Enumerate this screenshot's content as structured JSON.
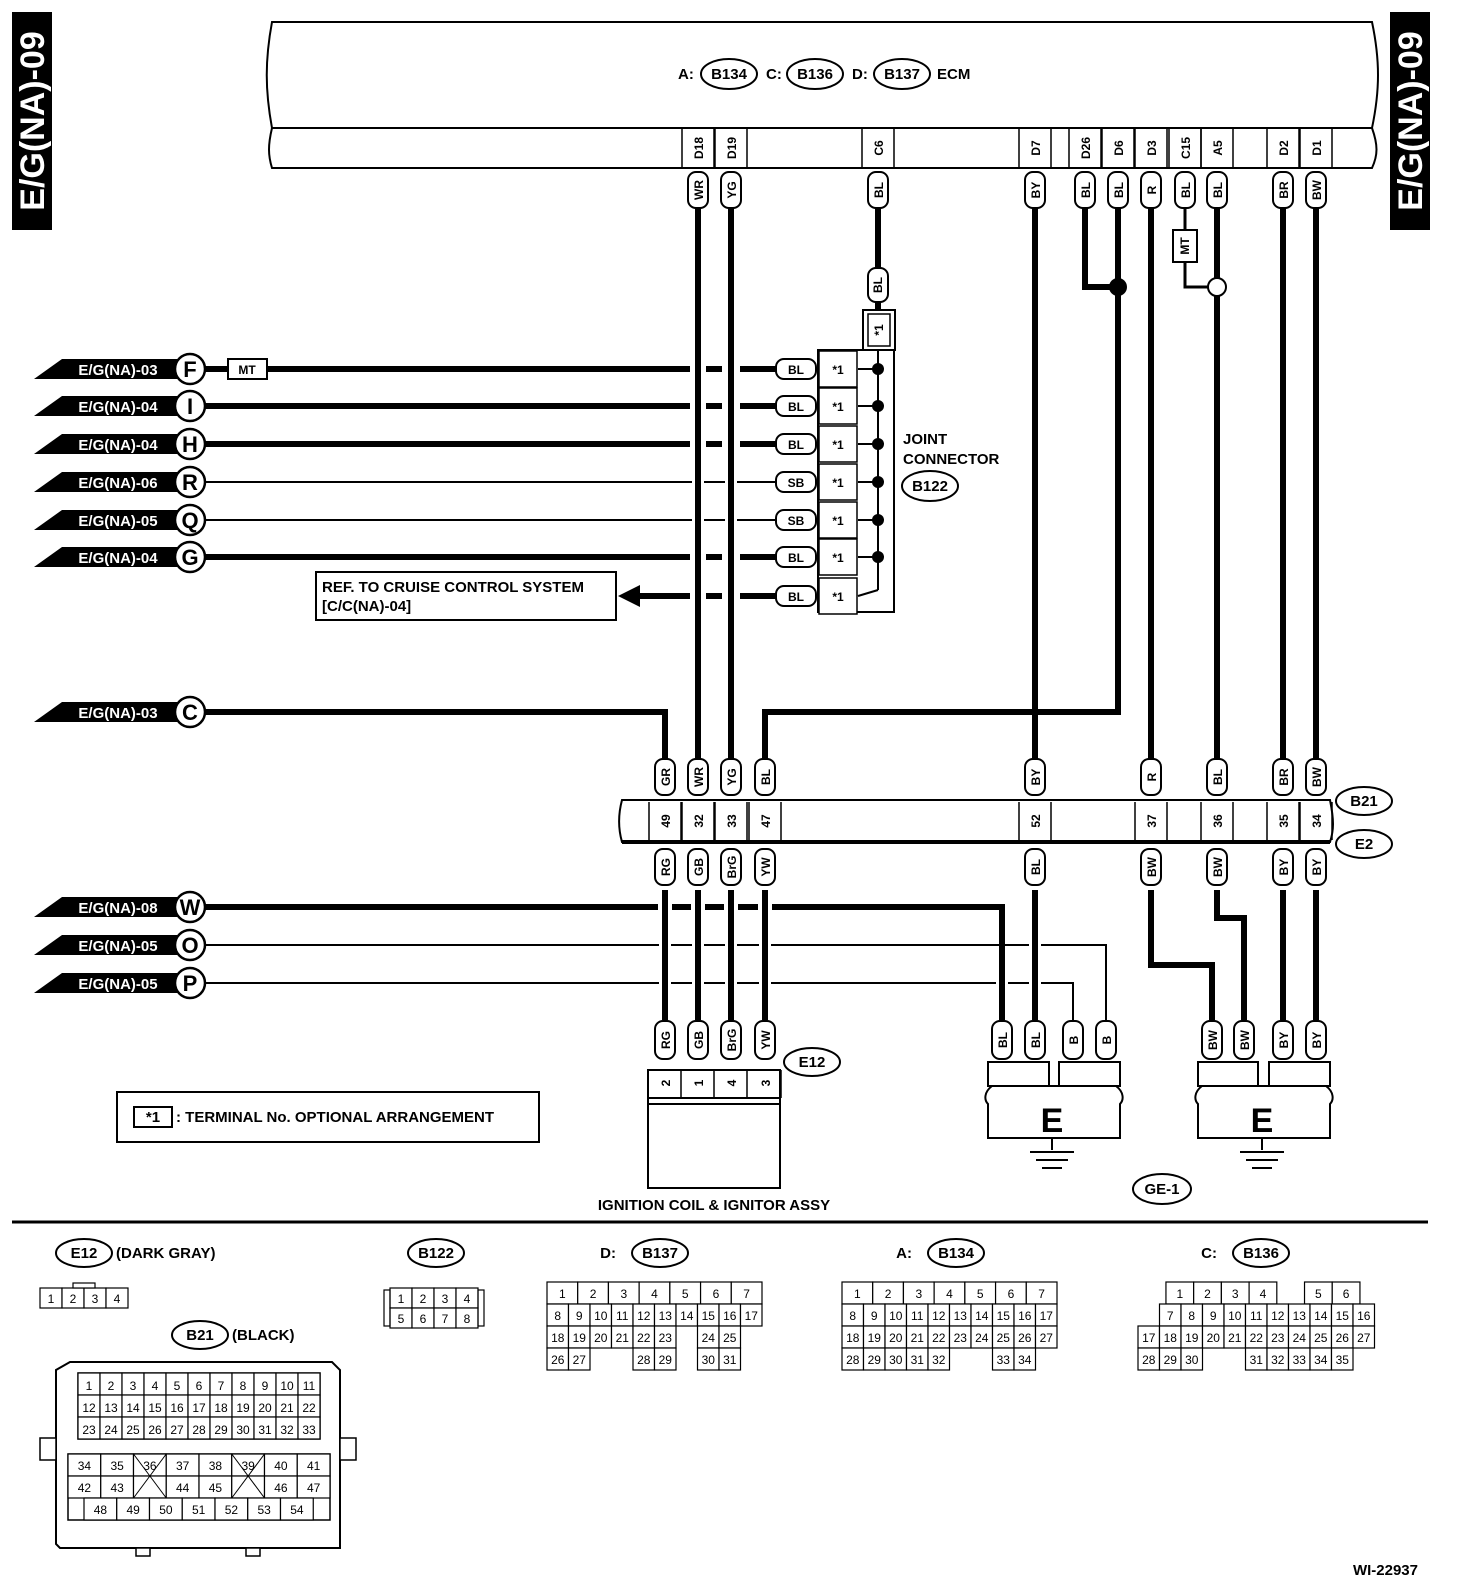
{
  "page_code": "E/G(NA)-09",
  "ecm": {
    "a_prefix": "A:",
    "a": "B134",
    "c_prefix": "C:",
    "c": "B136",
    "d_prefix": "D:",
    "d": "B137",
    "name": "ECM"
  },
  "ecm_pins": [
    {
      "pin": "D18",
      "color": "WR"
    },
    {
      "pin": "D19",
      "color": "YG"
    },
    {
      "pin": "C6",
      "color": "BL"
    },
    {
      "pin": "D7",
      "color": "BY"
    },
    {
      "pin": "D26",
      "color": "BL"
    },
    {
      "pin": "D6",
      "color": "BL"
    },
    {
      "pin": "D3",
      "color": "R"
    },
    {
      "pin": "C15",
      "color": "BL"
    },
    {
      "pin": "A5",
      "color": "BL"
    },
    {
      "pin": "D2",
      "color": "BR"
    },
    {
      "pin": "D1",
      "color": "BW"
    }
  ],
  "mt": "MT",
  "star1": "*1",
  "c6_lower_color": "BL",
  "refs_top": [
    {
      "ref": "E/G(NA)-03",
      "letter": "F",
      "color": "BL"
    },
    {
      "ref": "E/G(NA)-04",
      "letter": "I",
      "color": "BL"
    },
    {
      "ref": "E/G(NA)-04",
      "letter": "H",
      "color": "BL"
    },
    {
      "ref": "E/G(NA)-06",
      "letter": "R",
      "color": "SB"
    },
    {
      "ref": "E/G(NA)-05",
      "letter": "Q",
      "color": "SB"
    },
    {
      "ref": "E/G(NA)-04",
      "letter": "G",
      "color": "BL"
    }
  ],
  "cruise": {
    "line1": "REF. TO CRUISE CONTROL SYSTEM",
    "line2": "[C/C(NA)-04]",
    "color": "BL"
  },
  "joint": {
    "line1": "JOINT",
    "line2": "CONNECTOR",
    "id": "B122"
  },
  "ref_c": {
    "ref": "E/G(NA)-03",
    "letter": "C"
  },
  "b21": {
    "id": "B21",
    "e_id": "E2",
    "upper": [
      "GR",
      "WR",
      "YG",
      "BL",
      "BY",
      "R",
      "BL",
      "BR",
      "BW"
    ],
    "pins": [
      "49",
      "32",
      "33",
      "47",
      "52",
      "37",
      "36",
      "35",
      "34"
    ],
    "lower": [
      "RG",
      "GB",
      "BrG",
      "YW",
      "BL",
      "BW",
      "BW",
      "BY",
      "BY"
    ]
  },
  "refs_bottom": [
    {
      "ref": "E/G(NA)-08",
      "letter": "W"
    },
    {
      "ref": "E/G(NA)-05",
      "letter": "O"
    },
    {
      "ref": "E/G(NA)-05",
      "letter": "P"
    }
  ],
  "e12": {
    "id": "E12",
    "colors": [
      "RG",
      "GB",
      "BrG",
      "YW"
    ],
    "pins": [
      "2",
      "1",
      "4",
      "3"
    ],
    "name": "IGNITION COIL & IGNITOR ASSY"
  },
  "ground1_colors": [
    "BL",
    "BL",
    "B",
    "B"
  ],
  "ground2_colors": [
    "BW",
    "BW",
    "BY",
    "BY"
  ],
  "ground_letter": "E",
  "ground_id": "GE-1",
  "note": {
    "star": "*1",
    "text": ": TERMINAL No. OPTIONAL ARRANGEMENT"
  },
  "views": {
    "e12": {
      "id": "E12",
      "desc": "(DARK GRAY)",
      "cells": [
        "1",
        "2",
        "3",
        "4"
      ]
    },
    "b122": {
      "id": "B122",
      "row1": [
        "1",
        "2",
        "3",
        "4"
      ],
      "row2": [
        "5",
        "6",
        "7",
        "8"
      ]
    },
    "b137": {
      "prefix": "D:",
      "id": "B137",
      "rows": [
        [
          "1",
          "2",
          "3",
          "4",
          "5",
          "6",
          "7"
        ],
        [
          "8",
          "9",
          "10",
          "11",
          "12",
          "13",
          "14",
          "15",
          "16",
          "17"
        ],
        [
          "18",
          "19",
          "20",
          "21",
          "22",
          "23",
          "",
          "24",
          "25"
        ],
        [
          "26",
          "27",
          "",
          "",
          "28",
          "29",
          "",
          "30",
          "31"
        ]
      ]
    },
    "b134": {
      "prefix": "A:",
      "id": "B134",
      "rows": [
        [
          "1",
          "2",
          "3",
          "4",
          "5",
          "6",
          "7"
        ],
        [
          "8",
          "9",
          "10",
          "11",
          "12",
          "13",
          "14",
          "15",
          "16",
          "17"
        ],
        [
          "18",
          "19",
          "20",
          "21",
          "22",
          "23",
          "24",
          "25",
          "26",
          "27"
        ],
        [
          "28",
          "29",
          "30",
          "31",
          "32",
          "",
          "",
          "33",
          "34"
        ]
      ]
    },
    "b136": {
      "prefix": "C:",
      "id": "B136",
      "rows": [
        [
          "1",
          "2",
          "3",
          "4",
          "",
          "5",
          "6"
        ],
        [
          "7",
          "8",
          "9",
          "10",
          "11",
          "12",
          "13",
          "14",
          "15",
          "16"
        ],
        [
          "17",
          "18",
          "19",
          "20",
          "21",
          "22",
          "23",
          "24",
          "25",
          "26",
          "27"
        ],
        [
          "28",
          "29",
          "30",
          "",
          "",
          "31",
          "32",
          "33",
          "34",
          "35"
        ]
      ]
    },
    "b21": {
      "id": "B21",
      "desc": "(BLACK)",
      "rows": [
        [
          "1",
          "2",
          "3",
          "4",
          "5",
          "6",
          "7",
          "8",
          "9",
          "10",
          "11"
        ],
        [
          "12",
          "13",
          "14",
          "15",
          "16",
          "17",
          "18",
          "19",
          "20",
          "21",
          "22"
        ],
        [
          "23",
          "24",
          "25",
          "26",
          "27",
          "28",
          "29",
          "30",
          "31",
          "32",
          "33"
        ],
        [
          "34",
          "35",
          "36",
          "37",
          "38",
          "39",
          "40",
          "41"
        ],
        [
          "42",
          "43",
          "",
          "44",
          "45",
          "",
          "46",
          "47"
        ],
        [
          "48",
          "49",
          "50",
          "51",
          "52",
          "53",
          "54"
        ]
      ]
    }
  },
  "figure_id": "WI-22937"
}
